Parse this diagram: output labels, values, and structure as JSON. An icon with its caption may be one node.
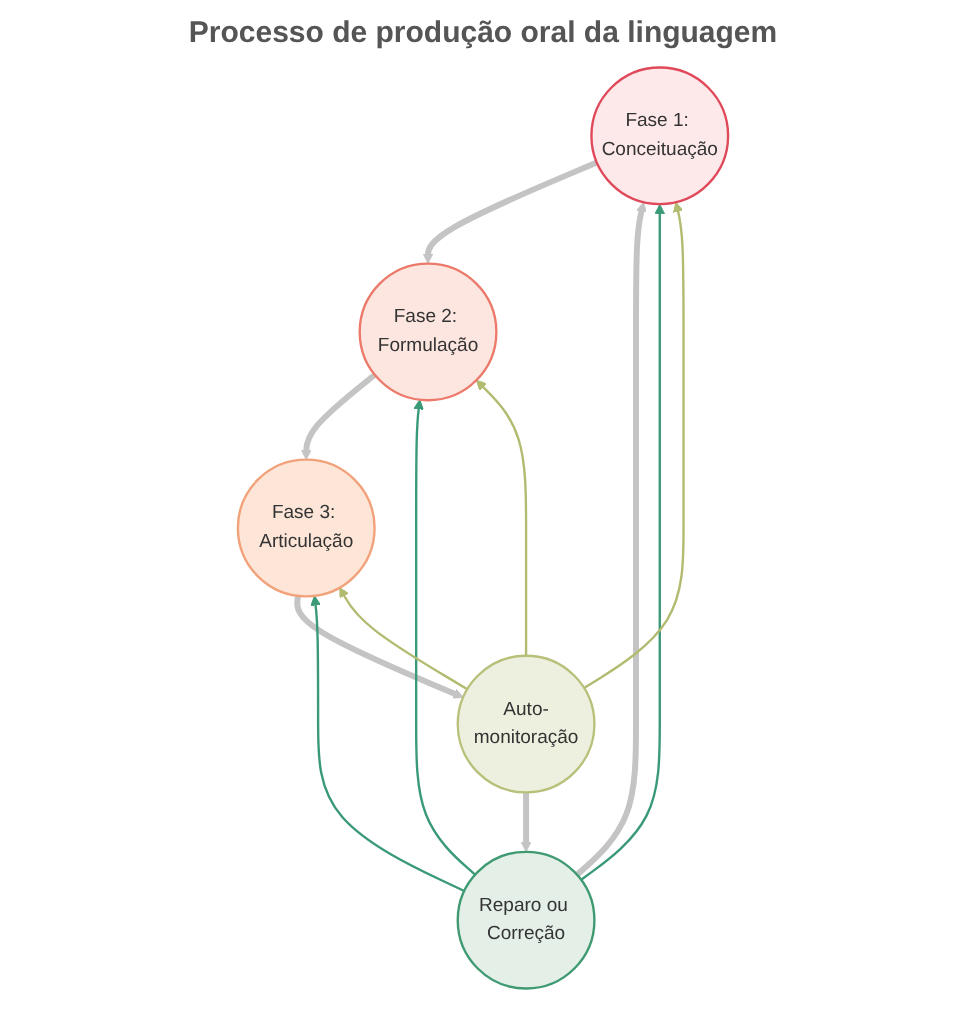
{
  "diagram": {
    "title": "Processo de produção oral da linguagem",
    "nodes": [
      {
        "text": [
          "Fase 1: Conceituação"
        ]
      },
      {
        "text": [
          "Fase 2: Formulação"
        ]
      },
      {
        "text": [
          "Fase 3: Articulação"
        ]
      },
      {
        "text": [
          "Auto-monitoração"
        ]
      },
      {
        "text": [
          "Reparo ou Correção"
        ]
      }
    ],
    "edges": [
      {
        "from": 0,
        "to": 1,
        "arrow": "to",
        "style": "thick",
        "color": "#c4c4c4"
      },
      {
        "from": 1,
        "to": 2,
        "arrow": "to",
        "style": "thick",
        "color": "#c4c4c4"
      },
      {
        "from": 2,
        "to": 3,
        "arrow": "to",
        "style": "thick",
        "color": "#c4c4c4"
      },
      {
        "from": 3,
        "to": 4,
        "arrow": "to",
        "style": "thick",
        "color": "#c4c4c4"
      },
      {
        "from": 4,
        "to": 0,
        "arrow": "to",
        "style": "thick",
        "color": "#c4c4c4"
      },
      {
        "from": 4,
        "to": 0,
        "arrow": "to",
        "color": "#3a9a78"
      },
      {
        "from": 4,
        "to": 1,
        "arrow": "to",
        "color": "#3a9a78"
      },
      {
        "from": 4,
        "to": 2,
        "arrow": "to",
        "color": "#3a9a78"
      },
      {
        "from": 3,
        "to": 0,
        "arrow": "to",
        "color": "#b3bb70"
      },
      {
        "from": 3,
        "to": 1,
        "arrow": "to",
        "color": "#b3bb70"
      },
      {
        "from": 3,
        "to": 2,
        "arrow": "to",
        "color": "#b3bb70"
      }
    ]
  }
}
